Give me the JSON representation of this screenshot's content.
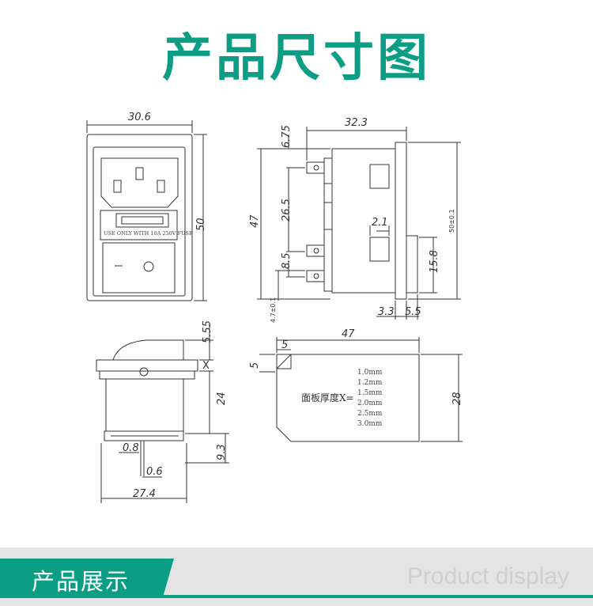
{
  "colors": {
    "accent": "#0c9e84",
    "banner_bg": "#e4e4e4",
    "english": "#cfcfcf",
    "line": "#333333"
  },
  "title": "产品尺寸图",
  "front_view": {
    "width_dim": "30.6",
    "height_dim": "50",
    "fuse_text": "USE ONLY WITH 10A 250V FUSE"
  },
  "side_view": {
    "top_dim": "32.3",
    "dim_675": "6.75",
    "dim_47": "47",
    "dim_265": "26.5",
    "dim_85": "8.5",
    "dim_47tol": "4.7±0.1",
    "dim_21": "2.1",
    "dim_158": "15.8",
    "dim_33": "3.3",
    "dim_55": "5.5",
    "dim_50tol": "50±0.1"
  },
  "switch_view": {
    "dim_555": "5.55",
    "dim_x": "X",
    "dim_24": "24",
    "dim_93": "9.3",
    "dim_08": "0.8",
    "dim_06": "0.6",
    "dim_274": "27.4"
  },
  "cutout_view": {
    "dim_47": "47",
    "dim_5a": "5",
    "dim_5b": "5",
    "dim_28": "28",
    "panel_label": "面板厚度X=",
    "thicknesses": [
      "1.0mm",
      "1.2mm",
      "1.5mm",
      "2.0mm",
      "2.5mm",
      "3.0mm"
    ]
  },
  "banner": {
    "label": "产品展示",
    "english": "Product display"
  }
}
